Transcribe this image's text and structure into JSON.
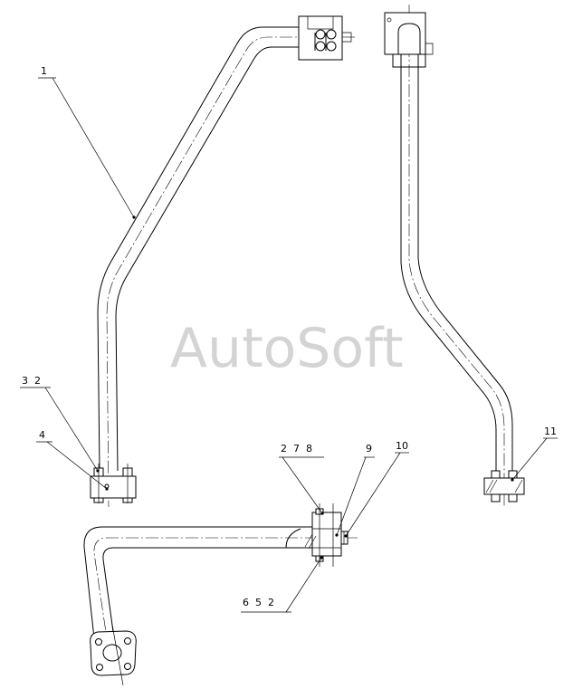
{
  "watermark": "AutoSoft",
  "callouts": {
    "c1": "1",
    "c3_2": "3  2",
    "c4": "4",
    "c2_7_8": "2  7  8",
    "c9": "9",
    "c10": "10",
    "c11": "11",
    "c6_5_2": "6  5  2"
  }
}
